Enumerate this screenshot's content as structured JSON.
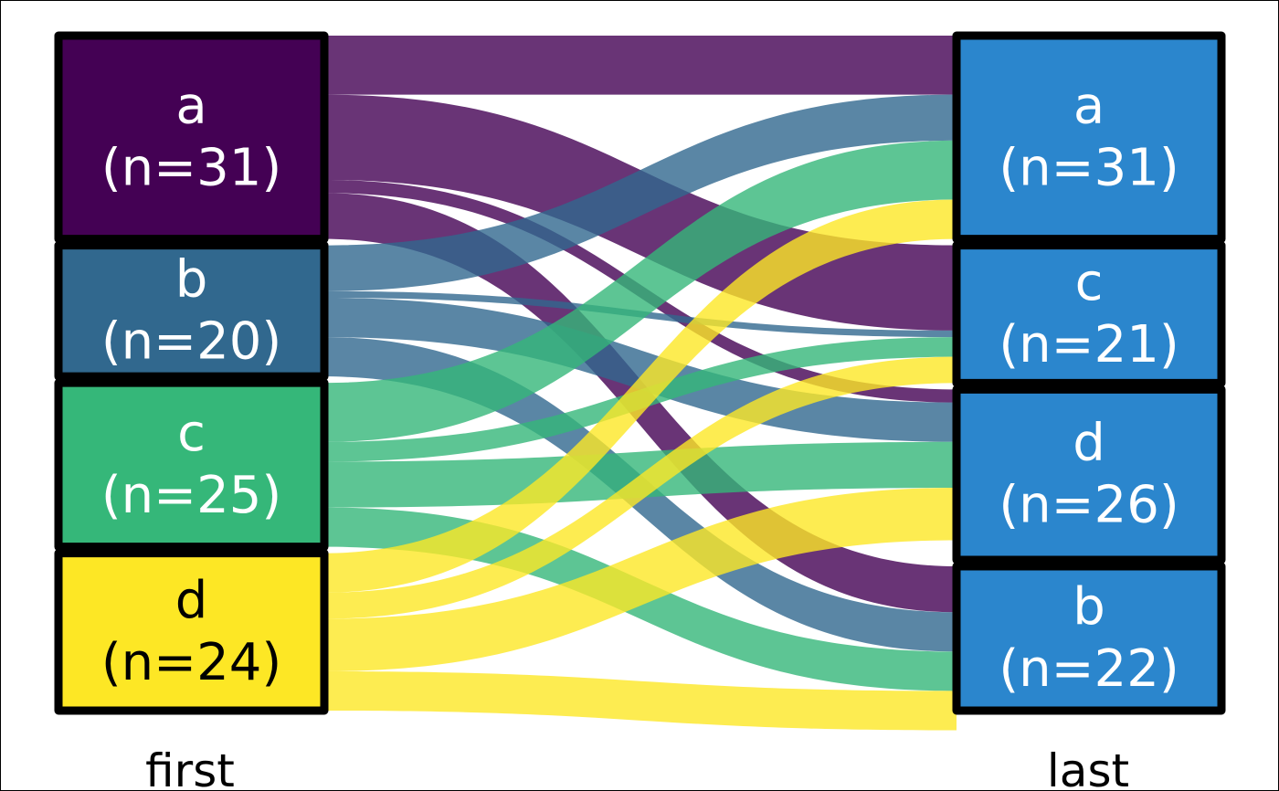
{
  "chart_data": {
    "type": "alluvial",
    "axes": [
      {
        "key": "left",
        "label": "first"
      },
      {
        "key": "right",
        "label": "last"
      }
    ],
    "left_nodes": [
      {
        "id": "a",
        "name": "a",
        "count_label": "(n=31)",
        "n": 31,
        "fill": "#440154",
        "text_color": "#ffffff"
      },
      {
        "id": "b",
        "name": "b",
        "count_label": "(n=20)",
        "n": 20,
        "fill": "#31688e",
        "text_color": "#ffffff"
      },
      {
        "id": "c",
        "name": "c",
        "count_label": "(n=25)",
        "n": 25,
        "fill": "#35b779",
        "text_color": "#ffffff"
      },
      {
        "id": "d",
        "name": "d",
        "count_label": "(n=24)",
        "n": 24,
        "fill": "#fde725",
        "text_color": "#000000"
      }
    ],
    "right_nodes": [
      {
        "id": "a",
        "name": "a",
        "count_label": "(n=31)",
        "n": 31
      },
      {
        "id": "c",
        "name": "c",
        "count_label": "(n=21)",
        "n": 21
      },
      {
        "id": "d",
        "name": "d",
        "count_label": "(n=26)",
        "n": 26
      },
      {
        "id": "b",
        "name": "b",
        "count_label": "(n=22)",
        "n": 22
      }
    ],
    "right_fill": "#2b86cd",
    "right_text_color": "#ffffff",
    "flow_colors": {
      "a": "#440154",
      "b": "#31688e",
      "c": "#35b779",
      "d": "#fde725"
    },
    "flow_opacity": 0.8,
    "flows": [
      {
        "from": "a",
        "to": "a",
        "value": 9
      },
      {
        "from": "a",
        "to": "c",
        "value": 13
      },
      {
        "from": "a",
        "to": "d",
        "value": 2
      },
      {
        "from": "a",
        "to": "b",
        "value": 7
      },
      {
        "from": "b",
        "to": "a",
        "value": 7
      },
      {
        "from": "b",
        "to": "c",
        "value": 1
      },
      {
        "from": "b",
        "to": "d",
        "value": 6
      },
      {
        "from": "b",
        "to": "b",
        "value": 6
      },
      {
        "from": "c",
        "to": "a",
        "value": 9
      },
      {
        "from": "c",
        "to": "c",
        "value": 3
      },
      {
        "from": "c",
        "to": "d",
        "value": 7
      },
      {
        "from": "c",
        "to": "b",
        "value": 6
      },
      {
        "from": "d",
        "to": "a",
        "value": 6
      },
      {
        "from": "d",
        "to": "c",
        "value": 4
      },
      {
        "from": "d",
        "to": "d",
        "value": 8
      },
      {
        "from": "d",
        "to": "b",
        "value": 6
      }
    ]
  }
}
